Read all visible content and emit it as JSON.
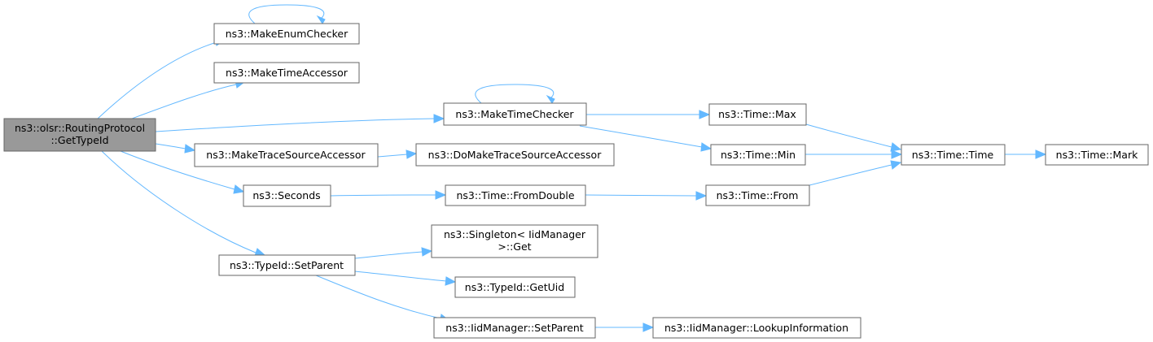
{
  "colors": {
    "edge": "#63b8ff",
    "node_border": "#666666",
    "root_fill": "#999999",
    "node_fill": "#ffffff"
  },
  "nodes": {
    "root": {
      "lines": [
        "ns3::olsr::RoutingProtocol",
        "::GetTypeId"
      ]
    },
    "mec": {
      "lines": [
        "ns3::MakeEnumChecker"
      ]
    },
    "mta": {
      "lines": [
        "ns3::MakeTimeAccessor"
      ]
    },
    "mtc": {
      "lines": [
        "ns3::MakeTimeChecker"
      ]
    },
    "mtsa": {
      "lines": [
        "ns3::MakeTraceSourceAccessor"
      ]
    },
    "sec": {
      "lines": [
        "ns3::Seconds"
      ]
    },
    "tsp": {
      "lines": [
        "ns3::TypeId::SetParent"
      ]
    },
    "dmtsa": {
      "lines": [
        "ns3::DoMakeTraceSourceAccessor"
      ]
    },
    "tfd": {
      "lines": [
        "ns3::Time::FromDouble"
      ]
    },
    "sget": {
      "lines": [
        "ns3::Singleton< IidManager",
        ">::Get"
      ]
    },
    "guid": {
      "lines": [
        "ns3::TypeId::GetUid"
      ]
    },
    "isp": {
      "lines": [
        "ns3::IidManager::SetParent"
      ]
    },
    "tmax": {
      "lines": [
        "ns3::Time::Max"
      ]
    },
    "tmin": {
      "lines": [
        "ns3::Time::Min"
      ]
    },
    "tfrom": {
      "lines": [
        "ns3::Time::From"
      ]
    },
    "ilookup": {
      "lines": [
        "ns3::IidManager::LookupInformation"
      ]
    },
    "ttime": {
      "lines": [
        "ns3::Time::Time"
      ]
    },
    "tmark": {
      "lines": [
        "ns3::Time::Mark"
      ]
    }
  }
}
